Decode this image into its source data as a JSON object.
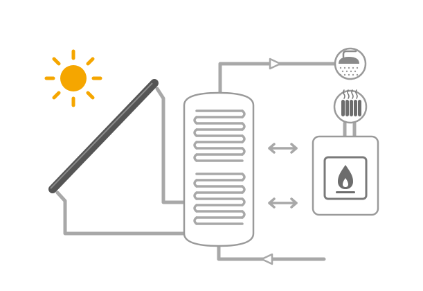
{
  "diagram": {
    "components": [
      {
        "id": "sun",
        "icon": "sun-icon"
      },
      {
        "id": "solar-collector",
        "icon": "solar-panel-icon"
      },
      {
        "id": "storage-tank",
        "icon": "water-tank-icon"
      },
      {
        "id": "hot-water-outlet",
        "icon": "shower-icon"
      },
      {
        "id": "space-heating",
        "icon": "radiator-icon"
      },
      {
        "id": "gas-boiler",
        "icon": "flame-icon"
      },
      {
        "id": "cold-water-inlet",
        "icon": "arrow-left-icon"
      }
    ]
  },
  "colors": {
    "pipe": "#a8a8a8",
    "line": "#9a9a9a",
    "sun": "#f5a600",
    "panel": "#555555",
    "flame": "#6d6d6d",
    "background": "#ffffff"
  }
}
